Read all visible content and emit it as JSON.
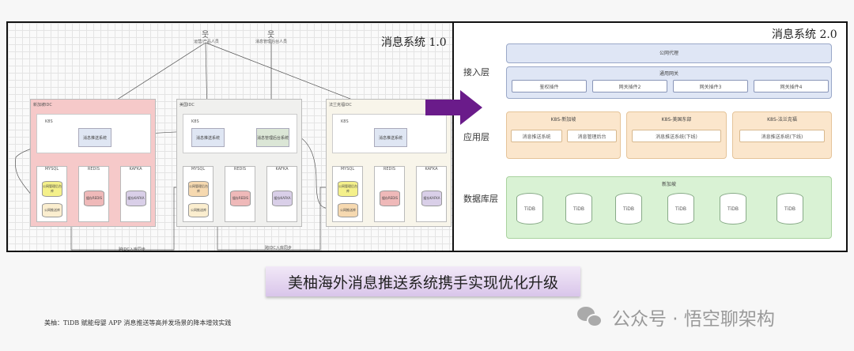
{
  "v1": {
    "title": "消息系统 1.0",
    "actors": [
      "运营/产品人员",
      "消息管理后台人员"
    ],
    "regions": [
      {
        "label": "新加坡IDC",
        "k8s": "K8S",
        "node": "消息推送系统",
        "cols": [
          "MYSQL",
          "REDIS",
          "KAFKA"
        ],
        "dbs": [
          "公网管理后台库",
          "公网推送库",
          "缓存REDIS",
          "缓存KAFKA"
        ],
        "color": "#f6c9c9"
      },
      {
        "label": "美国IDC",
        "k8s": "K8S",
        "node": "消息推送系统",
        "node2": "消息管理后台系统",
        "cols": [
          "MYSQL",
          "REDIS",
          "KAFKA"
        ],
        "dbs": [
          "公网管理后台库",
          "公网推送库",
          "缓存REDIS",
          "缓存KAFKA"
        ],
        "color": "#f0f0ee"
      },
      {
        "label": "法兰克福IDC",
        "k8s": "K8S",
        "node": "消息推送系统",
        "cols": [
          "MYSQL",
          "REDIS",
          "KAFKA"
        ],
        "dbs": [
          "公网管理后台库",
          "公网推送库",
          "缓存REDIS",
          "缓存KAFKA"
        ],
        "color": "#f8f5ea"
      }
    ],
    "links": [
      "跨IDC入库同步",
      "跨IDC入库同步"
    ]
  },
  "v2": {
    "title": "消息系统 2.0",
    "layers": [
      "接入层",
      "应用层",
      "数据库层"
    ],
    "proxy": "公网代理",
    "gateway": "通用网关",
    "plugins": [
      "鉴权插件",
      "网关插件2",
      "网关插件3",
      "网关插件4"
    ],
    "clusters": [
      {
        "name": "K8S-新加坡",
        "apps": [
          "消息推送系统",
          "消息管理后台"
        ]
      },
      {
        "name": "K8S-美国东部",
        "apps": [
          "消息推送系统(下线)"
        ]
      },
      {
        "name": "K8S-法兰克福",
        "apps": [
          "消息推送系统(下线)"
        ]
      }
    ],
    "db_region": "新加坡",
    "dbs": [
      "TiDB",
      "TiDB",
      "TiDB",
      "TiDB",
      "TiDB",
      "TiDB"
    ]
  },
  "caption": "美柚海外消息推送系统携手实现优化升级",
  "footnote": "美柚：TiDB 赋能母婴 APP 消息推送等高并发场景的降本增效实践",
  "watermark": "公众号 · 悟空聊架构",
  "colors": {
    "arrow": "#6a1b8a",
    "access": "#dfe6f5",
    "app": "#fbe6cc",
    "db": "#d9f2d4"
  }
}
